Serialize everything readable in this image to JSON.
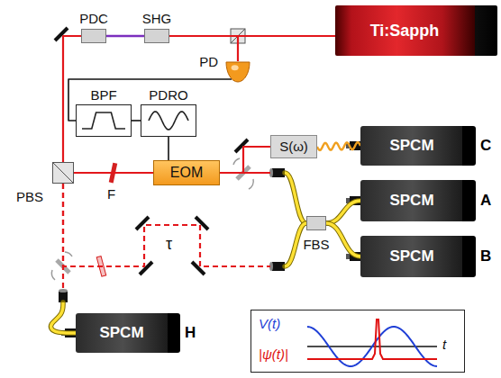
{
  "diagram": {
    "nodes": [
      {
        "text": [
          "Ti:Sapph"
        ]
      },
      {
        "text": [
          "PDC"
        ]
      },
      {
        "text": [
          "SHG"
        ]
      },
      {
        "text": [
          "PD"
        ]
      },
      {
        "text": [
          "BPF"
        ]
      },
      {
        "text": [
          "PDRO"
        ]
      },
      {
        "text": [
          "PBS"
        ]
      },
      {
        "text": [
          "EOM"
        ]
      },
      {
        "text": [
          "S(ω)"
        ]
      },
      {
        "text": [
          "SPCM",
          "C"
        ]
      },
      {
        "text": [
          "SPCM",
          "A"
        ]
      },
      {
        "text": [
          "FBS"
        ]
      },
      {
        "text": [
          "SPCM",
          "B"
        ]
      },
      {
        "text": [
          "SPCM",
          "H"
        ]
      },
      {
        "text": [
          "V(t)",
          "|ψ(t)|",
          "t"
        ]
      }
    ],
    "edges": [
      {
        "from": 0,
        "to": 2,
        "arrow": "none"
      },
      {
        "from": 2,
        "to": 1,
        "arrow": "none"
      },
      {
        "from": 1,
        "to": 6,
        "arrow": "none"
      },
      {
        "from": 0,
        "to": 3,
        "arrow": "none"
      },
      {
        "from": 3,
        "to": 4,
        "arrow": "none"
      },
      {
        "from": 4,
        "to": 5,
        "arrow": "none"
      },
      {
        "from": 5,
        "to": 7,
        "arrow": "none"
      },
      {
        "from": 6,
        "to": 7,
        "arrow": "none"
      },
      {
        "from": 7,
        "to": 8,
        "arrow": "none"
      },
      {
        "from": 8,
        "to": 9,
        "arrow": "none"
      },
      {
        "from": 7,
        "to": 11,
        "arrow": "none"
      },
      {
        "from": 6,
        "to": 11,
        "arrow": "none"
      },
      {
        "from": 11,
        "to": 10,
        "arrow": "none"
      },
      {
        "from": 11,
        "to": 12,
        "arrow": "none"
      },
      {
        "from": 6,
        "to": 13,
        "arrow": "none"
      }
    ],
    "labels": [
      "F",
      "τ"
    ]
  }
}
